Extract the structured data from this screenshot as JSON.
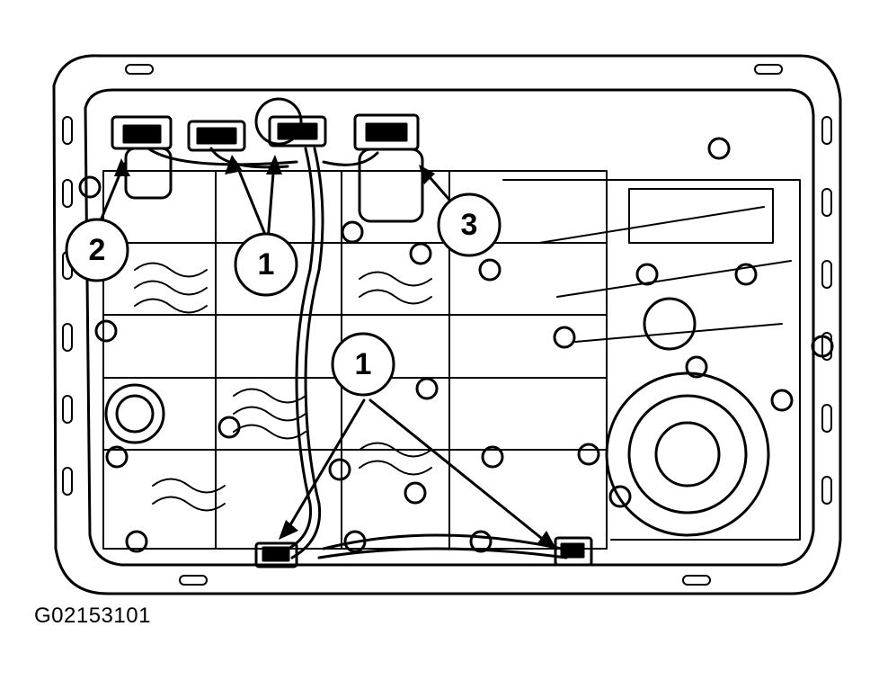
{
  "callouts": [
    {
      "id": "c1a",
      "label": "1"
    },
    {
      "id": "c1b",
      "label": "1"
    },
    {
      "id": "c2",
      "label": "2"
    },
    {
      "id": "c3",
      "label": "3"
    }
  ],
  "figure_id": "G02153101"
}
